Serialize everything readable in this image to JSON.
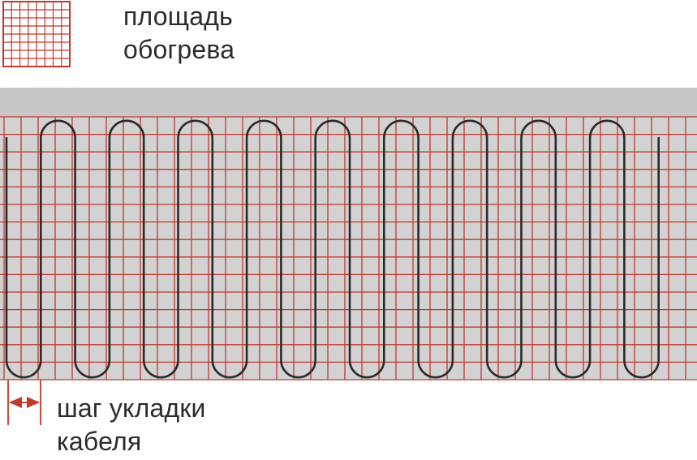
{
  "legend": {
    "label_line1": "площадь",
    "label_line2": "обогрева"
  },
  "step": {
    "label_line1": "шаг укладки",
    "label_line2": "кабеля"
  },
  "colors": {
    "grid": "#c0392b",
    "background_band": "#c7c7c7",
    "mat_fill": "#d2d2d2",
    "cable": "#2a2a2a",
    "text": "#2b2b2b"
  }
}
